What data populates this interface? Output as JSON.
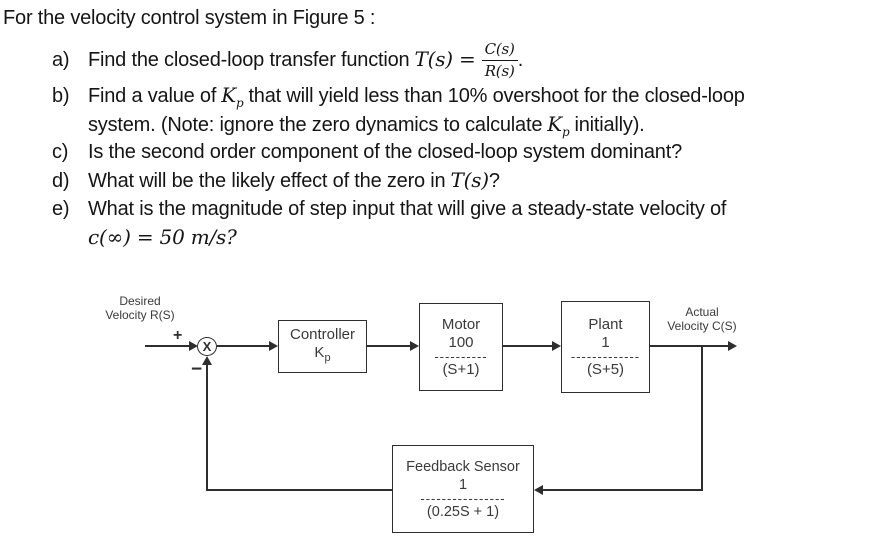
{
  "document": {
    "intro": "For the velocity control system in Figure 5 :",
    "qa": {
      "label": "a)",
      "text": "Find the closed-loop transfer function",
      "math": "T(s) =",
      "frac_num": "C(s)",
      "frac_den": "R(s)",
      "period": "."
    },
    "qb": {
      "label": "b)",
      "pre": "Find a value of",
      "k": "K",
      "k_sub": "p",
      "post": "that will yield less than 10% overshoot for the closed-loop",
      "line2_pre": "system. (Note: ignore the zero dynamics to calculate",
      "line2_post": "initially)."
    },
    "qc": {
      "label": "c)",
      "text": "Is the second order component of the closed-loop system dominant?"
    },
    "qd": {
      "label": "d)",
      "pre": "What will be the likely effect of the zero in",
      "math": "T(s)",
      "post": "?"
    },
    "qe": {
      "label": "e)",
      "text": "What is the magnitude of step input that will give a steady-state velocity of",
      "line2": "c(∞) = 50 m/s?"
    }
  },
  "diagram": {
    "input_label": {
      "line1": "Desired",
      "line2": "Velocity R(S)"
    },
    "output_label": {
      "line1": "Actual",
      "line2": "Velocity C(S)"
    },
    "summing_junction": {
      "symbol": "X",
      "plus": "+",
      "minus": "−"
    },
    "blocks": {
      "controller": {
        "line1": "Controller",
        "gain": "K",
        "gain_sub": "p"
      },
      "motor": {
        "title": "Motor",
        "numerator": "100",
        "divider": "----------",
        "denominator": "(S+1)"
      },
      "plant": {
        "title": "Plant",
        "numerator": "1",
        "divider": "-------------",
        "denominator": "(S+5)"
      },
      "feedback": {
        "title": "Feedback Sensor",
        "numerator": "1",
        "divider": "----------------",
        "denominator": "(0.25S + 1)"
      }
    },
    "colors": {
      "line": "#2e2e2e",
      "block_text": "#3a3a3a",
      "doc_text": "#151515"
    }
  }
}
